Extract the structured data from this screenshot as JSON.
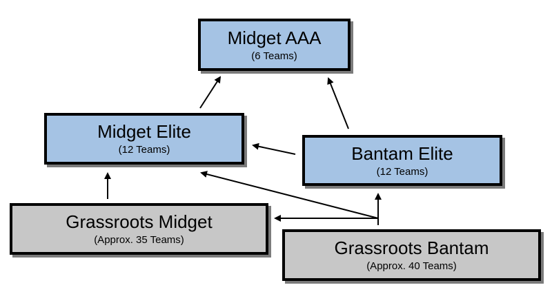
{
  "nodes": {
    "midget_aaa": {
      "title": "Midget AAA",
      "sub": "(6 Teams)"
    },
    "midget_elite": {
      "title": "Midget Elite",
      "sub": "(12 Teams)"
    },
    "bantam_elite": {
      "title": "Bantam Elite",
      "sub": "(12 Teams)"
    },
    "grassroots_midget": {
      "title": "Grassroots Midget",
      "sub": "(Approx. 35 Teams)"
    },
    "grassroots_bantam": {
      "title": "Grassroots Bantam",
      "sub": "(Approx. 40 Teams)"
    }
  },
  "edges": [
    {
      "from": "Midget Elite",
      "to": "Midget AAA"
    },
    {
      "from": "Bantam Elite",
      "to": "Midget AAA"
    },
    {
      "from": "Bantam Elite",
      "to": "Midget Elite"
    },
    {
      "from": "Grassroots Midget",
      "to": "Midget Elite"
    },
    {
      "from": "Grassroots Bantam",
      "to": "Bantam Elite"
    },
    {
      "from": "Grassroots Bantam",
      "to": "Grassroots Midget"
    },
    {
      "from": "Grassroots Bantam",
      "to": "Midget Elite"
    }
  ],
  "colors": {
    "elite_fill": "#a5c3e4",
    "grassroots_fill": "#c7c7c7",
    "border": "#000000",
    "shadow": "#7b7b7b"
  }
}
